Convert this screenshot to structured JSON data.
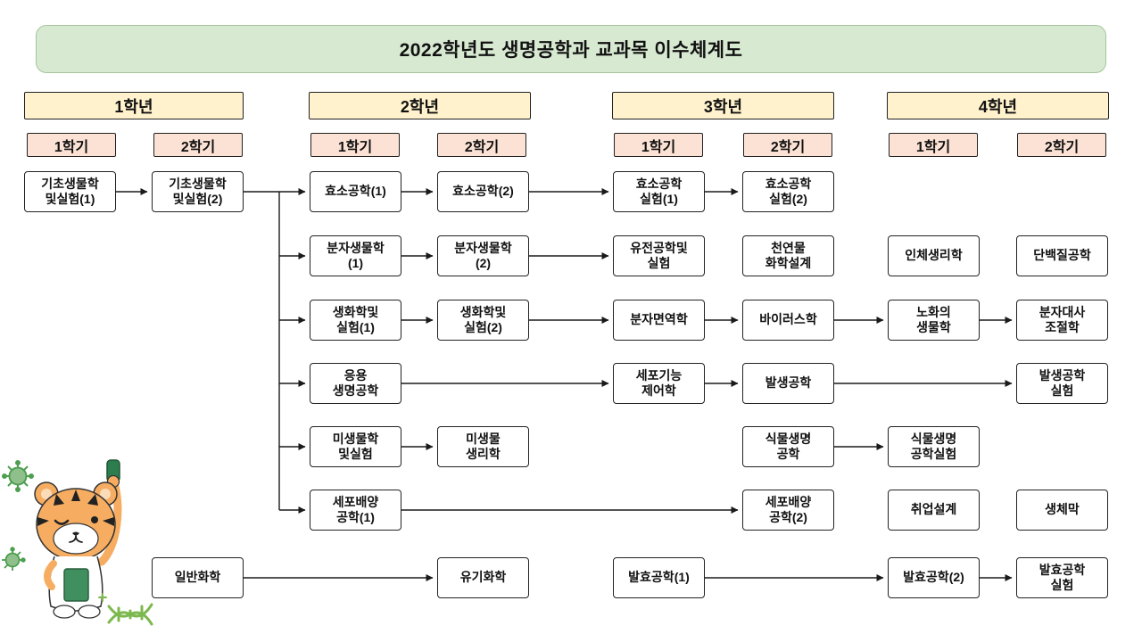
{
  "title": "2022학년도 생명공학과 교과목 이수체계도",
  "years": [
    "1학년",
    "2학년",
    "3학년",
    "4학년"
  ],
  "semesters": [
    "1학기",
    "2학기",
    "1학기",
    "2학기",
    "1학기",
    "2학기",
    "1학기",
    "2학기"
  ],
  "courses": [
    "기초생물학\n및실험(1)",
    "기초생물학\n및실험(2)",
    "효소공학(1)",
    "효소공학(2)",
    "효소공학\n실험(1)",
    "효소공학\n실험(2)",
    "분자생물학\n(1)",
    "분자생물학\n(2)",
    "유전공학및\n실험",
    "천연물\n화학설계",
    "인체생리학",
    "단백질공학",
    "생화학및\n실험(1)",
    "생화학및\n실험(2)",
    "분자면역학",
    "바이러스학",
    "노화의\n생물학",
    "분자대사\n조절학",
    "응용\n생명공학",
    "세포기능\n제어학",
    "발생공학",
    "발생공학\n실험",
    "미생물학\n및실험",
    "미생물\n생리학",
    "식물생명\n공학",
    "식물생명\n공학실험",
    "세포배양\n공학(1)",
    "세포배양\n공학(2)",
    "취업설계",
    "생체막",
    "일반화학",
    "유기화학",
    "발효공학(1)",
    "발효공학(2)",
    "발효공학\n실험"
  ],
  "colors": {
    "title_bg": "#d8e9d2",
    "title_border": "#a5c49c",
    "year_bg": "#fff2cc",
    "semester_bg": "#fbe2d5",
    "box_border": "#222222",
    "arrow": "#1a1a1a",
    "mascot_green": "#5f9e52",
    "tiger_orange": "#f6ad61"
  },
  "icons": {
    "tiger_mascot": "winking-tiger-holding-test-tube",
    "virus": "green-virus-particle",
    "dna": "green-dna-helix"
  }
}
